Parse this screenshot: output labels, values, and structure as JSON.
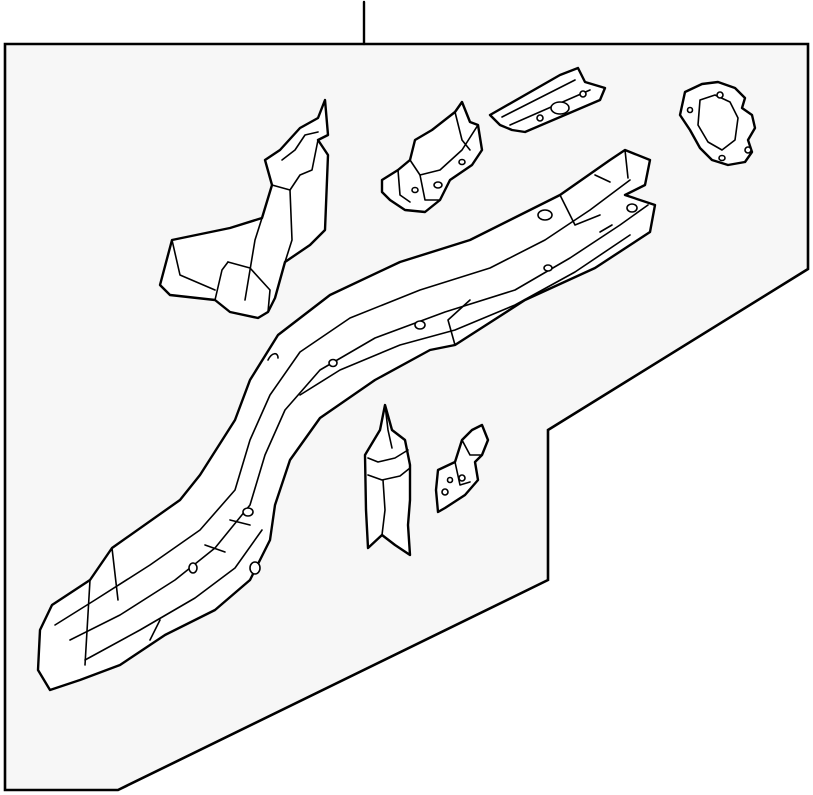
{
  "diagram": {
    "colors": {
      "line": "#000000",
      "panel_fill": "#f7f7f7",
      "part_fill": "#ffffff"
    },
    "parts": [
      {
        "name": "callout-leader"
      },
      {
        "name": "rear-frame-rail"
      },
      {
        "name": "seat-support-bracket"
      },
      {
        "name": "upper-center-bracket"
      },
      {
        "name": "flat-reinforcement-plate"
      },
      {
        "name": "corner-gusset"
      },
      {
        "name": "curved-channel-bracket"
      },
      {
        "name": "small-mounting-bracket"
      }
    ]
  }
}
